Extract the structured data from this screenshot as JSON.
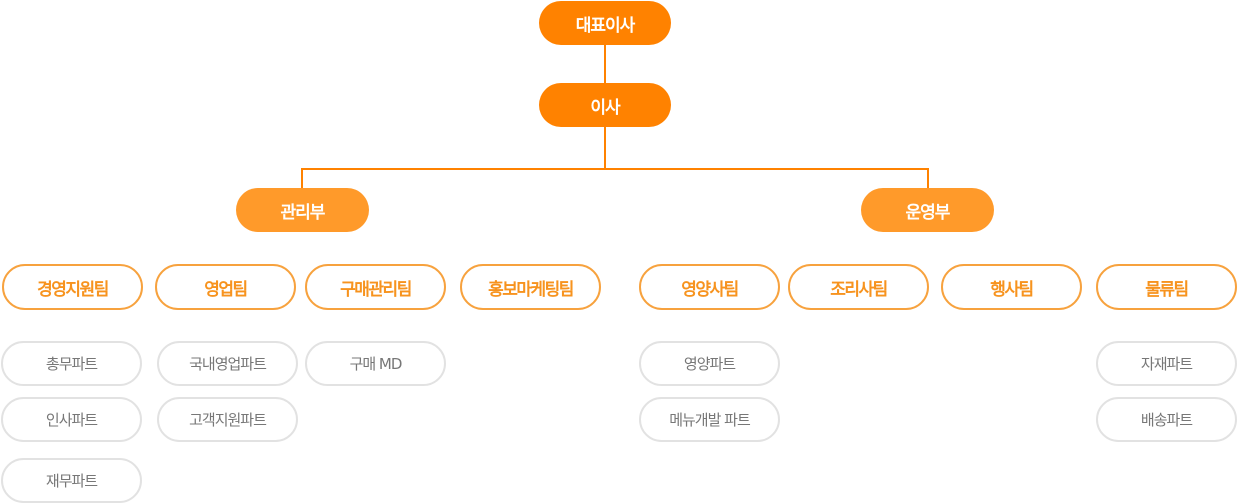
{
  "colors": {
    "executive": "#ff8200",
    "department": "#ff9a2a",
    "team_border": "#f7a23e",
    "team_text": "#f7931e",
    "part_border": "#e2e2e2",
    "part_text": "#777777",
    "connector": "#ff8200"
  },
  "chart": {
    "ceo": "대표이사",
    "director": "이사",
    "departments": [
      {
        "name": "관리부",
        "teams": [
          {
            "name": "경영지원팀",
            "parts": [
              "총무파트",
              "인사파트",
              "재무파트"
            ]
          },
          {
            "name": "영업팀",
            "parts": [
              "국내영업파트",
              "고객지원파트"
            ]
          },
          {
            "name": "구매관리팀",
            "parts": [
              "구매 MD"
            ]
          },
          {
            "name": "홍보마케팅팀",
            "parts": []
          }
        ]
      },
      {
        "name": "운영부",
        "teams": [
          {
            "name": "영양사팀",
            "parts": [
              "영양파트",
              "메뉴개발 파트"
            ]
          },
          {
            "name": "조리사팀",
            "parts": []
          },
          {
            "name": "행사팀",
            "parts": []
          },
          {
            "name": "물류팀",
            "parts": [
              "자재파트",
              "배송파트"
            ]
          }
        ]
      }
    ]
  }
}
